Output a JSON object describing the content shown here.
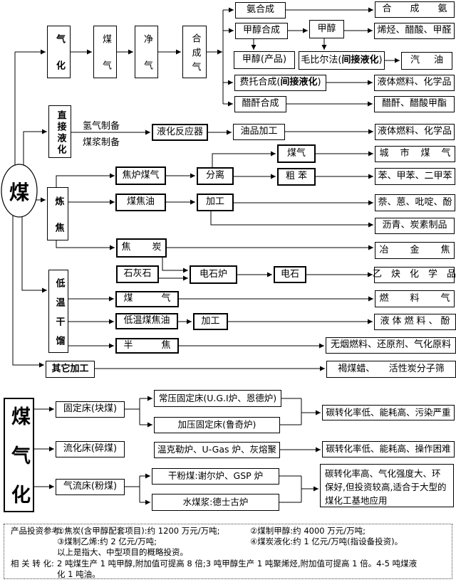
{
  "root_label": "煤",
  "gasification": {
    "header": "气化",
    "coal_gas": "煤气",
    "clean_gas": "净气",
    "syngas": "合成气",
    "ammonia_synthesis": "氨合成",
    "synthetic_ammonia": "合成氨",
    "methanol_synthesis": "甲醇合成",
    "methanol": "甲醇",
    "methanol_derivatives": "烯烃、醋酸、甲醛",
    "methanol_product": "甲醇(产品)",
    "mobil_prefix": "毛比尔法(",
    "mobil_bold": "间接液化",
    "mobil_suffix": ")",
    "gasoline": "汽油",
    "ft_prefix": "费托合成(",
    "ft_bold": "间接液化",
    "ft_suffix": ")",
    "ft_products": "液体燃料、化学品",
    "acetic_anhydride_synthesis": "醋酐合成",
    "acetic_products": "醋酐、醋酸甲酯"
  },
  "direct_liquefaction": {
    "header": "直接液化",
    "hydrogen_prep": "氢气制备",
    "slurry_prep": "煤浆制备",
    "reactor": "液化反应器",
    "oil_processing": "油品加工",
    "products": "液体燃料、化学品"
  },
  "coking": {
    "header": "炼焦",
    "coke_oven_gas": "焦炉煤气",
    "separation": "分离",
    "gas": "煤气",
    "city_gas": "城市煤气",
    "crude_benzene": "粗苯",
    "benzenes": "苯、甲苯、二甲苯",
    "coal_tar": "煤焦油",
    "processing": "加工",
    "tar_products": "萘、蒽、吡啶、酚",
    "pitch_products": "沥青、炭素制品",
    "coke": "焦炭",
    "metallurgical_coke": "冶金焦",
    "limestone": "石灰石",
    "carbide_furnace": "电石炉",
    "carbide": "电石",
    "acetylene_chemicals": "乙炔化学品"
  },
  "low_temp": {
    "header": "低温干馏",
    "gas": "煤气",
    "fuel_gas": "燃料气",
    "tar": "低温煤焦油",
    "processing": "加工",
    "products": "液体燃料、酚",
    "semi_coke": "半焦",
    "semi_coke_uses": "无烟燃料、还原剂、气化原料"
  },
  "other": {
    "header": "其它加工",
    "products": "褐煤蜡、　　活性炭分子筛"
  },
  "gasifier": {
    "header": "煤气化",
    "fixed_bed": "固定床(块煤)",
    "fluidized_bed": "流化床(碎煤)",
    "entrained_bed": "气流床(粉煤)",
    "atm_fixed": "常压固定床(U.G.I炉、恩德炉)",
    "pressurized_fixed": "加压固定床(鲁奇炉)",
    "fluidized_types": "温克勒炉、U-Gas 炉、灰熔聚",
    "dry_powder": "干粉煤:谢尔炉、GSP 炉",
    "slurry": "水煤浆:德士古炉",
    "fixed_result": "碳转化率低、能耗高、污染严重",
    "fluidized_result": "碳转化率低、能耗高、操作困难",
    "entrained_result": "碳转化率高、气化强度大、环保好,但投资较高,适合于大型的煤化工基地应用"
  },
  "note": {
    "l1_label": "产品投资参考:",
    "l1_a": "①焦炭(含甲醇配套项目):约 1200 万元/万吨;",
    "l1_b": "②煤制甲醇:约 4000 万元/万吨;",
    "l2_a": "③煤制乙烯:约 2 亿元/万吨;",
    "l2_b": "④煤炭液化:约 1 亿元/万吨(指设备投资)。",
    "l3": "以上是指大、中型项目的概略投资。",
    "l4_label": "相 关 转 化:",
    "l4": "2 吨煤生产 1 吨甲醇,附加值可提高 8 倍;3 吨甲醇生产 1 吨聚烯烃,附加值可提高 1 倍。4-5 吨煤液",
    "l5": "化 1 吨油。"
  }
}
